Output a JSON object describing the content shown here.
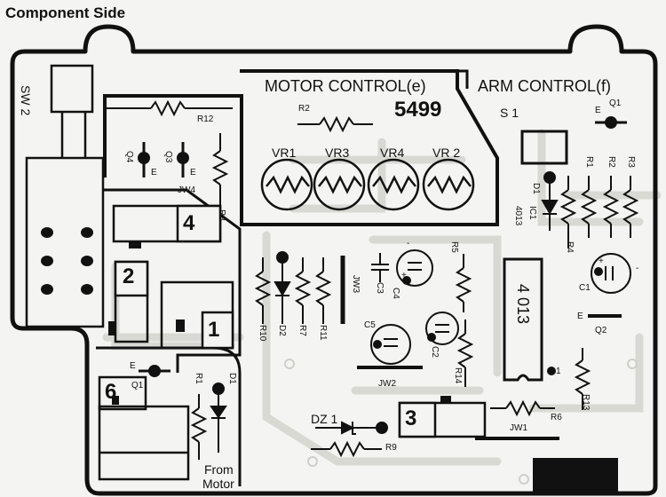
{
  "header": {
    "title": "Component Side"
  },
  "sections": {
    "motor_control": "MOTOR CONTROL(e)",
    "arm_control": "ARM CONTROL(f)",
    "board_number": "5499"
  },
  "labels": {
    "sw2": "SW 2",
    "s1": "S 1",
    "r12": "R12",
    "r2_top": "R2",
    "vr1": "VR1",
    "vr3": "VR3",
    "vr4": "VR4",
    "vr2": "VR 2",
    "q4": "Q4",
    "q3": "Q3",
    "e_q4": "E",
    "e_q3": "E",
    "jw4": "JW4",
    "r8": "R8",
    "block4": "4",
    "block2": "2",
    "block1": "1",
    "block6": "6",
    "block3": "3",
    "r10": "R10",
    "d2": "D2",
    "r7": "R7",
    "r11": "R11",
    "jw3": "JW3",
    "c3": "C3",
    "c4": "C4",
    "r5": "R5",
    "c5": "C5",
    "c2": "C2",
    "r14": "R14",
    "jw2": "JW2",
    "dz1": "DZ 1",
    "r9": "R9",
    "jw1": "JW1",
    "r6": "R6",
    "ic_top": "IC1",
    "ic_top2": "4013",
    "ic_chip": "4 013",
    "ic_pin1": "1",
    "d1_right": "D1",
    "r1_right": "R1",
    "r2_right": "R2",
    "r3_right": "R3",
    "r4_right": "R4",
    "c1": "C1",
    "q1_right": "Q1",
    "e_q1_right": "E",
    "q2": "Q2",
    "e_q2": "E",
    "r13": "R13",
    "q1_left": "Q1",
    "e_q1_left": "E",
    "r1_left": "R1",
    "d1_left": "D1",
    "from_motor_1": "From",
    "from_motor_2": "Motor",
    "plus": "+",
    "minus": "-"
  }
}
